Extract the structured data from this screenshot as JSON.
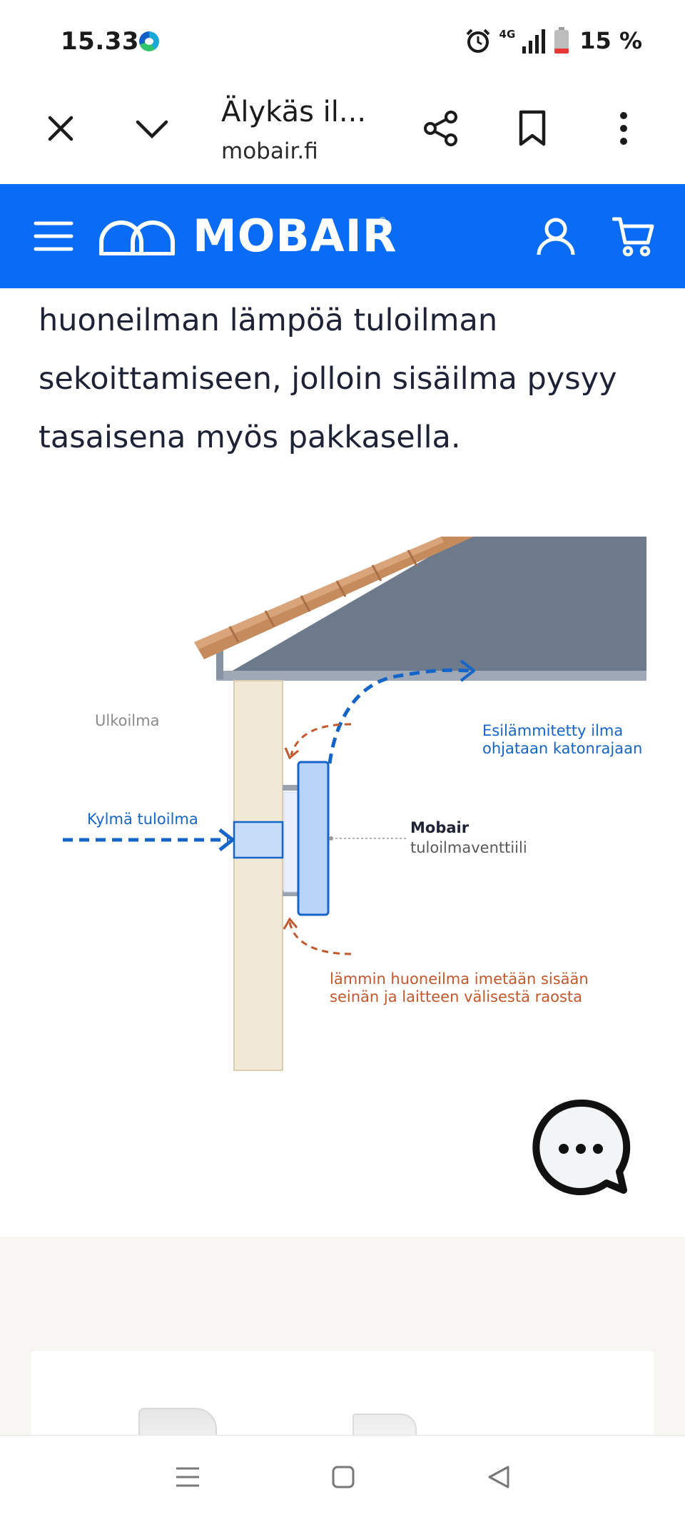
{
  "status_bar": {
    "time": "15.33",
    "network": "4G",
    "battery": "15 %"
  },
  "browser": {
    "title": "Älykäs il...",
    "url": "mobair.fi",
    "icons": [
      "close-icon",
      "chevron-down-icon",
      "share-icon",
      "bookmark-icon",
      "more-vert-icon"
    ]
  },
  "site_header": {
    "brand": "MOBAIR",
    "trademark": "®",
    "colors": {
      "header_bg": "#0a6cf5"
    },
    "icons": [
      "menu-icon",
      "logo-icon",
      "account-icon",
      "cart-icon"
    ]
  },
  "article": {
    "lines": [
      "huoneilman lämpöä tuloilman",
      "sekoittamiseen, jolloin sisäilma pysyy",
      "tasaisena myös pakkasella."
    ]
  },
  "diagram": {
    "outdoor": "Ulkoilma",
    "cold_in": "Kylmä tuloilma",
    "preheated": [
      "Esilämmitetty ilma",
      "ohjataan katonrajaan"
    ],
    "device_name": "Mobair",
    "device_type": "tuloilmaventtiili",
    "warm_air": [
      "lämmin huoneilma imetään sisään",
      "seinän ja laitteen välisestä raosta"
    ],
    "colors": {
      "blue": "#1565c8",
      "orange": "#c2582c",
      "roof": "#6d7a8c",
      "wall": "#f1e8d6",
      "tile": "#c68b5c"
    }
  },
  "chat": {
    "icon": "chat-bubble-icon"
  },
  "navigation": {
    "icons": [
      "recent-apps-icon",
      "home-icon",
      "back-icon"
    ]
  }
}
